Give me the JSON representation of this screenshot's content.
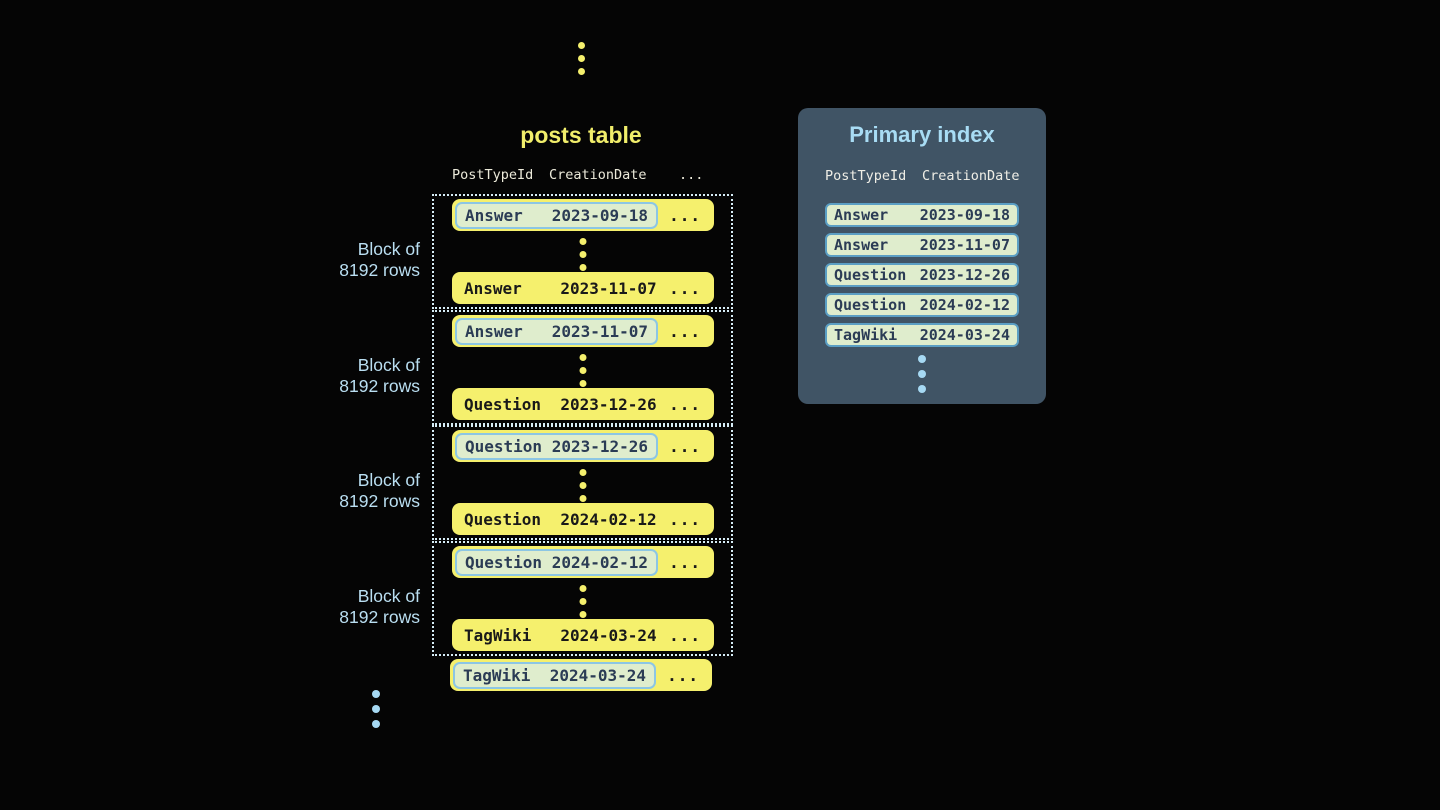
{
  "colors": {
    "background": "#050505",
    "row_yellow": "#f5f06d",
    "highlight_bg": "#dfedcd",
    "highlight_border": "#8cc6e4",
    "index_row_border": "#5b9fc4",
    "dark_navy_text": "#2b3c55",
    "dotted_block_border": "#d6edf6",
    "label_blue": "#badff2",
    "panel_bg": "#405465",
    "panel_title_blue": "#a8dcf4",
    "title_yellow": "#f1ee6b"
  },
  "posts_table": {
    "title": "posts table",
    "columns": [
      "PostTypeId",
      "CreationDate",
      "..."
    ],
    "block_label_line1": "Block of",
    "block_label_line2": "8192 rows",
    "ellipsis": "...",
    "blocks": [
      {
        "first": {
          "type": "Answer",
          "date": "2023-09-18"
        },
        "last": {
          "type": "Answer",
          "date": "2023-11-07"
        }
      },
      {
        "first": {
          "type": "Answer",
          "date": "2023-11-07"
        },
        "last": {
          "type": "Question",
          "date": "2023-12-26"
        }
      },
      {
        "first": {
          "type": "Question",
          "date": "2023-12-26"
        },
        "last": {
          "type": "Question",
          "date": "2024-02-12"
        }
      },
      {
        "first": {
          "type": "Question",
          "date": "2024-02-12"
        },
        "last": {
          "type": "TagWiki",
          "date": "2024-03-24"
        }
      }
    ],
    "trailing_row": {
      "type": "TagWiki",
      "date": "2024-03-24"
    }
  },
  "primary_index": {
    "title": "Primary index",
    "columns": [
      "PostTypeId",
      "CreationDate"
    ],
    "rows": [
      {
        "type": "Answer",
        "date": "2023-09-18"
      },
      {
        "type": "Answer",
        "date": "2023-11-07"
      },
      {
        "type": "Question",
        "date": "2023-12-26"
      },
      {
        "type": "Question",
        "date": "2024-02-12"
      },
      {
        "type": "TagWiki",
        "date": "2024-03-24"
      }
    ]
  }
}
